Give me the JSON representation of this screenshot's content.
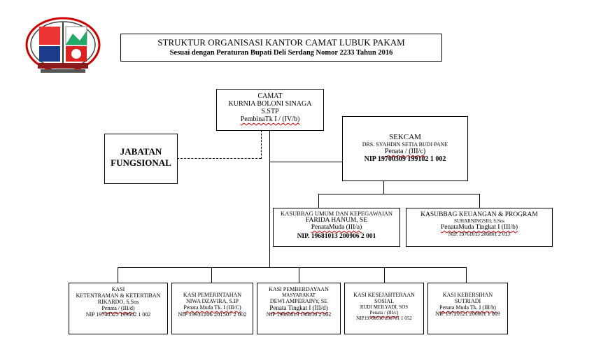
{
  "header": {
    "title": "STRUKTUR ORGANISASI KANTOR CAMAT LUBUK PAKAM",
    "subtitle": "Sesuai dengan Peraturan Bupati Deli Serdang Nomor 2233 Tahun 2016"
  },
  "logo": {
    "icon": "regional-emblem-icon"
  },
  "camat": {
    "title": "CAMAT",
    "name": "KURNIA BOLONI SINAGA",
    "degree": "S.STP",
    "rank": "PembinaTk I / (IV/b)"
  },
  "jabatan_fungsional": {
    "line1": "JABATAN",
    "line2": "FUNGSIONAL"
  },
  "sekcam": {
    "title": "SEKCAM",
    "name": "DRS. SYAHDIN SETIA BUDI PANE",
    "rank": "Penata / (III/c)",
    "nip": "NIP 19700309 199102 1 002"
  },
  "kasubbag": [
    {
      "title": "KASUBBAG UMUM DAN KEPEGAWAIAN",
      "name": "FARIDA HANUM, SE",
      "rank": "PenataMuda  (III/a)",
      "nip": "NIP. 19681013 200906 2 001"
    },
    {
      "title": "KASUBBAG KEUANGAN & PROGRAM",
      "name": "SUHARNINGSIH, S.Sos",
      "rank": "PenataMuda  Tingkat I (III/b)",
      "nip": "NIP. 19761013 200801 2 013"
    }
  ],
  "kasi": [
    {
      "title1": "KASI",
      "title2": "KETENTRAMAN & KETERTIBAN",
      "name": "RIKARDO, S.Sos",
      "rank": "Penata / (III/d)",
      "nip": "NIP 19740525 199602 1 002"
    },
    {
      "title1": "KASI PEMERINTAHAN",
      "title2": "",
      "name": "NIWA DZAVIRA, S.IP",
      "rank": "Penata Muda Tk. I (III/C)",
      "nip": "NIP 19931206 201507 2 002"
    },
    {
      "title1": "KASI PEMBERDAYAAN",
      "title2": "MASYARAKAT",
      "name": "DEWI AMPERAINY, SE",
      "rank": "Penata  Tingkat I (III/d)",
      "nip": "NIP 19660819 198810 2 002"
    },
    {
      "title1": "KASI KESEJAHTERAAN",
      "title2": "SOSIAL",
      "name": "RUDI MEILYADI, SOS",
      "rank": "Penata  / (III/c)",
      "nip": "NIP19700510 200701 1 052"
    },
    {
      "title1": "KASI KEBERSIHAN",
      "title2": "SUTRIADI",
      "name": "",
      "rank": "Penata Muda Tk. I (III/b)",
      "nip": "NIP 19720521 200801 1 009"
    }
  ]
}
